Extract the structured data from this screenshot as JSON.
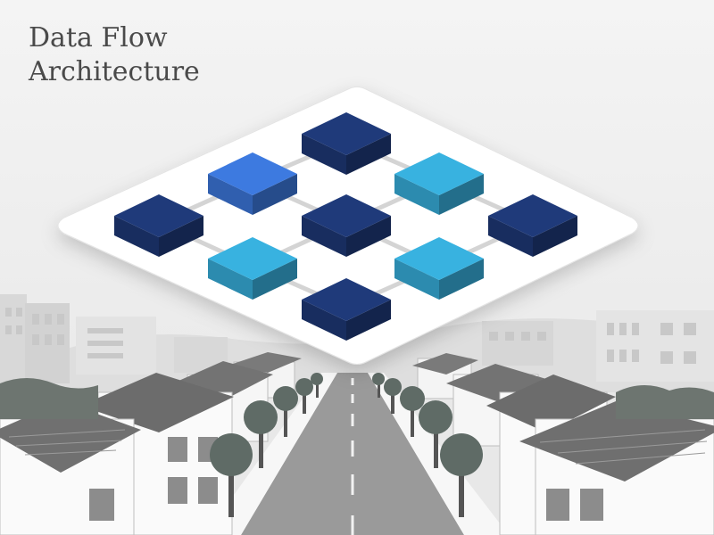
{
  "title": {
    "line1": "Data Flow",
    "line2": "Architecture"
  },
  "colors": {
    "background": "#efefef",
    "platform": "#ffffff",
    "node_dark": "#1f3a7a",
    "node_bright": "#3d7ae0",
    "node_cyan": "#38b2e0",
    "connector": "#d4d4d4",
    "road": "#8e8e8e",
    "roof": "#6f6f6f",
    "tree": "#5e6b66"
  },
  "diagram": {
    "nodes": [
      {
        "name": "node-top",
        "color": "node_dark"
      },
      {
        "name": "node-upper-left",
        "color": "node_bright"
      },
      {
        "name": "node-upper-right",
        "color": "node_cyan"
      },
      {
        "name": "node-left",
        "color": "node_dark"
      },
      {
        "name": "node-center",
        "color": "node_dark"
      },
      {
        "name": "node-right",
        "color": "node_dark"
      },
      {
        "name": "node-lower-left",
        "color": "node_cyan"
      },
      {
        "name": "node-lower-right",
        "color": "node_cyan"
      },
      {
        "name": "node-bottom",
        "color": "node_dark"
      }
    ],
    "links": [
      [
        "node-top",
        "node-upper-left"
      ],
      [
        "node-top",
        "node-upper-right"
      ],
      [
        "node-upper-left",
        "node-left"
      ],
      [
        "node-upper-left",
        "node-center"
      ],
      [
        "node-upper-right",
        "node-center"
      ],
      [
        "node-upper-right",
        "node-right"
      ],
      [
        "node-left",
        "node-lower-left"
      ],
      [
        "node-center",
        "node-lower-left"
      ],
      [
        "node-center",
        "node-lower-right"
      ],
      [
        "node-right",
        "node-lower-right"
      ],
      [
        "node-lower-left",
        "node-bottom"
      ],
      [
        "node-lower-right",
        "node-bottom"
      ]
    ]
  }
}
